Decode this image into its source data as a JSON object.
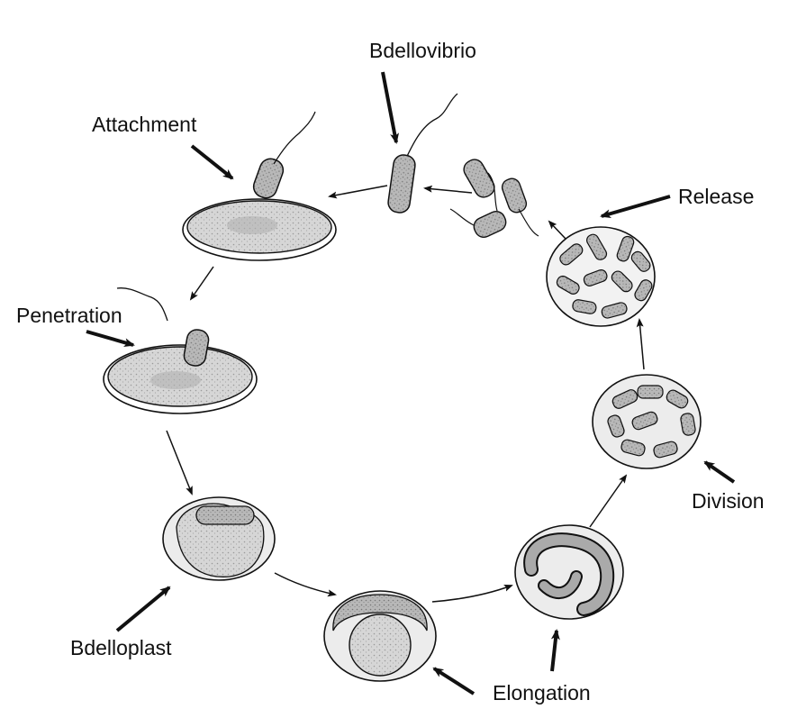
{
  "labels": {
    "bdellovibrio": "Bdellovibrio",
    "attachment": "Attachment",
    "release": "Release",
    "penetration": "Penetration",
    "division": "Division",
    "bdelloplast": "Bdelloplast",
    "elongation": "Elongation"
  },
  "stages": [
    "attachment",
    "penetration",
    "bdelloplast",
    "elongation",
    "division",
    "release"
  ],
  "colors": {
    "ink": "#111111",
    "cell_fill": "#d9d9d9",
    "cell_fill_dark": "#bdbdbd",
    "bacterium": "#a9a9a9"
  }
}
